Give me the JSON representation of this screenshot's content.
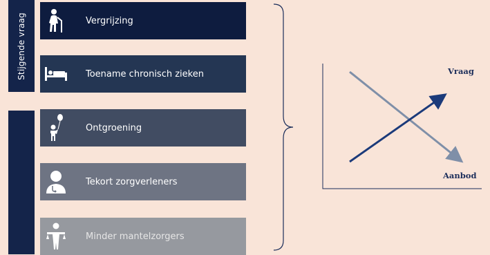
{
  "side_label": "Stijgende vraag",
  "items": [
    {
      "label": "Vergrijzing",
      "icon": "elderly-person-icon"
    },
    {
      "label": "Toename chronisch zieken",
      "icon": "patient-bed-icon"
    },
    {
      "label": "Ontgroening",
      "icon": "child-balloon-icon"
    },
    {
      "label": "Tekort zorgverleners",
      "icon": "doctor-icon"
    },
    {
      "label": "Minder mantelzorgers",
      "icon": "caregiver-icon"
    }
  ],
  "graph": {
    "demand_label": "Vraag",
    "supply_label": "Aanbod",
    "colors": {
      "demand": "#1b3a7a",
      "supply": "#7f8fa8",
      "axis": "#1b2d5a"
    }
  }
}
